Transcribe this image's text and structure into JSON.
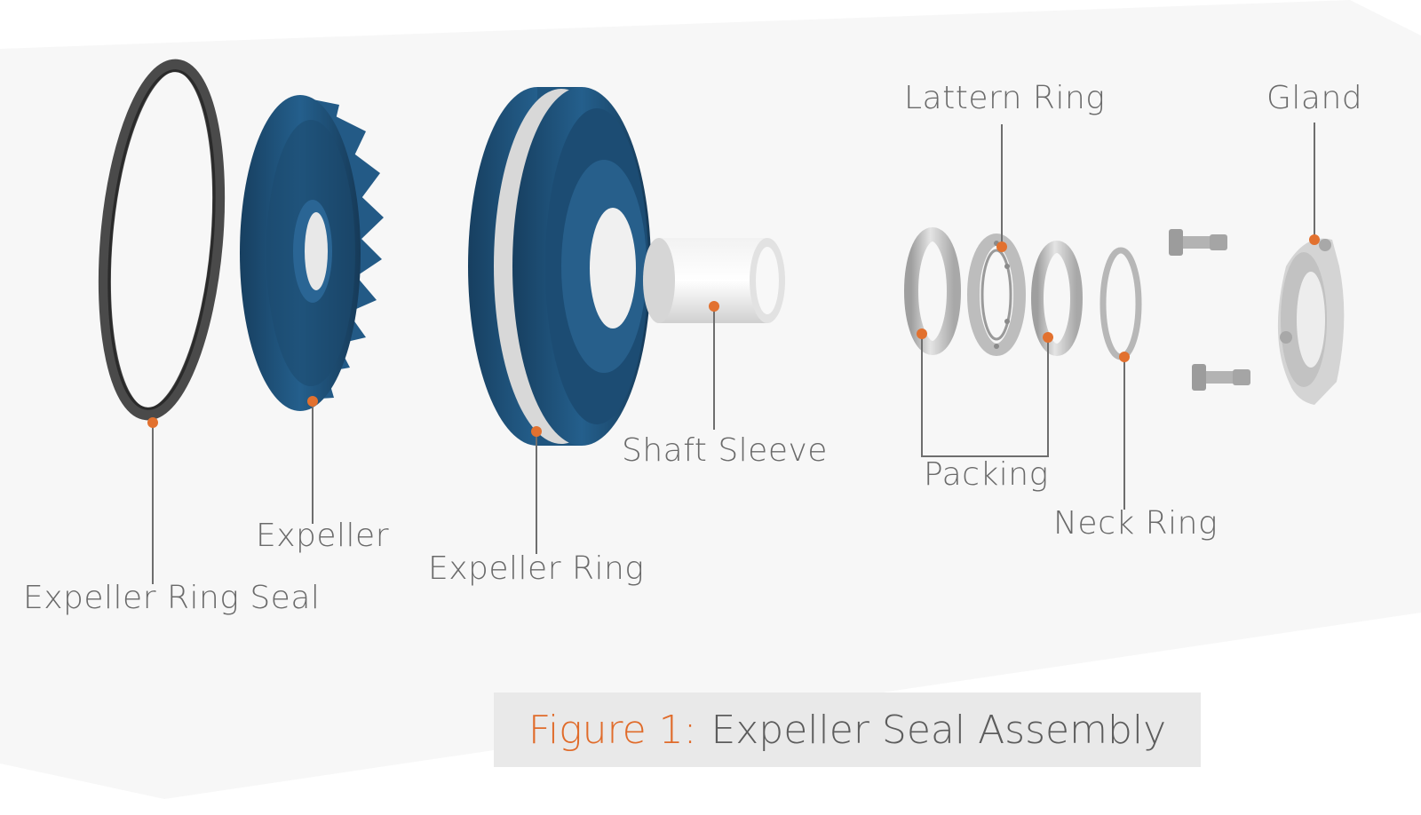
{
  "labels": {
    "expeller_ring_seal": "Expeller Ring Seal",
    "expeller": "Expeller",
    "expeller_ring": "Expeller Ring",
    "shaft_sleeve": "Shaft Sleeve",
    "lattern_ring": "Lattern Ring",
    "gland": "Gland",
    "packing": "Packing",
    "neck_ring": "Neck Ring"
  },
  "caption": {
    "prefix": "Figure 1:",
    "title": "Expeller Seal Assembly"
  },
  "colors": {
    "part_blue": "#1d4f77",
    "part_grey": "#c9c9c9",
    "callout_dot": "#e2712f",
    "leader_line": "#6e6e6e",
    "caption_prefix": "#e06b2a"
  }
}
